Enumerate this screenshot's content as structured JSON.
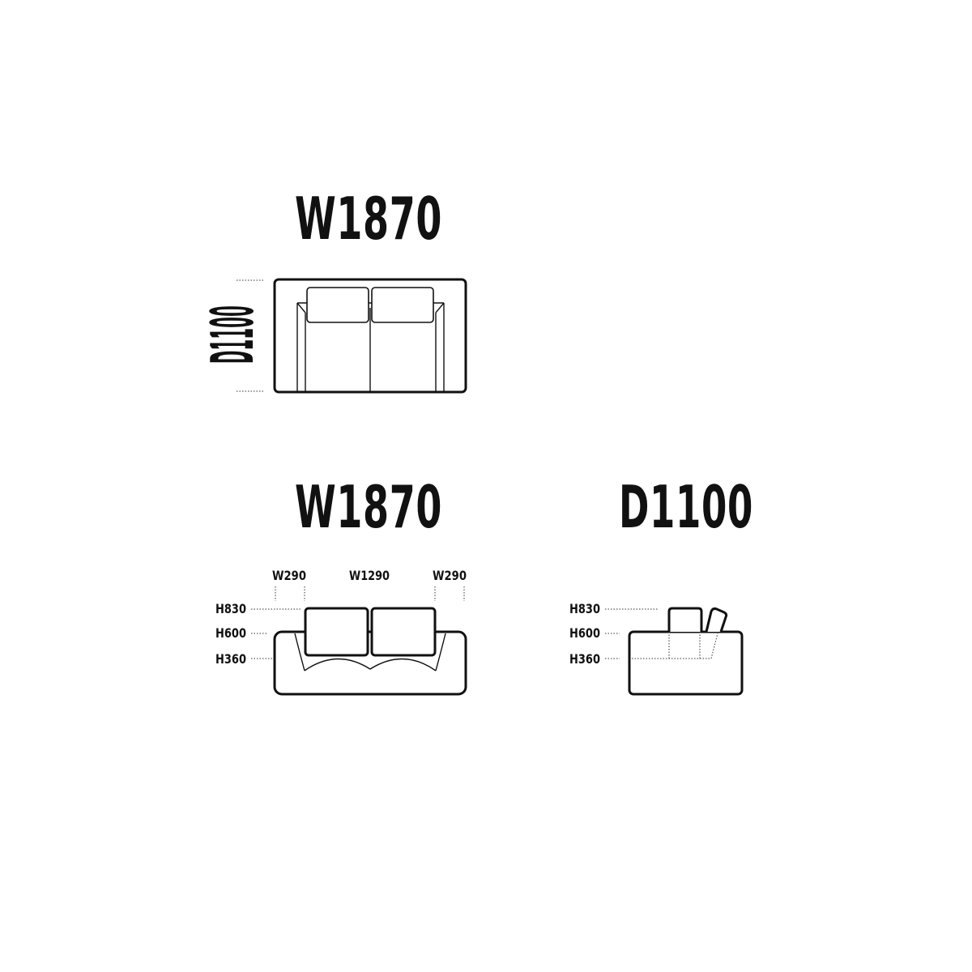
{
  "top_view": {
    "width_label": "W1870",
    "depth_label": "D1100"
  },
  "front_view": {
    "width_label": "W1870",
    "arm_left_label": "W290",
    "seat_width_label": "W1290",
    "arm_right_label": "W290",
    "height_back_label": "H830",
    "height_arm_label": "H600",
    "height_seat_label": "H360"
  },
  "side_view": {
    "depth_label": "D1100",
    "height_back_label": "H830",
    "height_arm_label": "H600",
    "height_seat_label": "H360"
  },
  "colors": {
    "line": "#111111",
    "background": "#ffffff"
  }
}
